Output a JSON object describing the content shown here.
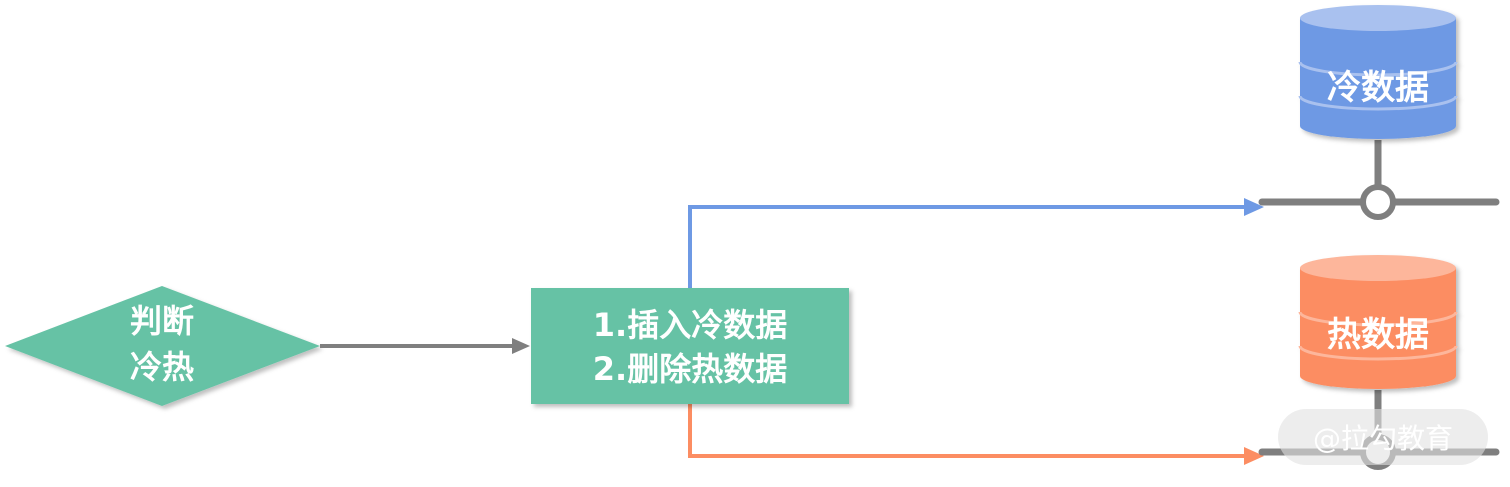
{
  "decision": {
    "line1": "判断",
    "line2": "冷热"
  },
  "process": {
    "line1": "1.插入冷数据",
    "line2": "2.删除热数据"
  },
  "cold_db": {
    "label": "冷数据"
  },
  "hot_db": {
    "label": "热数据"
  },
  "watermark": "@拉勾教育",
  "colors": {
    "node_green": "#66C2A5",
    "cold_blue": "#6E99E4",
    "hot_orange": "#FC8D62",
    "connector_gray": "#7F7F7F"
  }
}
